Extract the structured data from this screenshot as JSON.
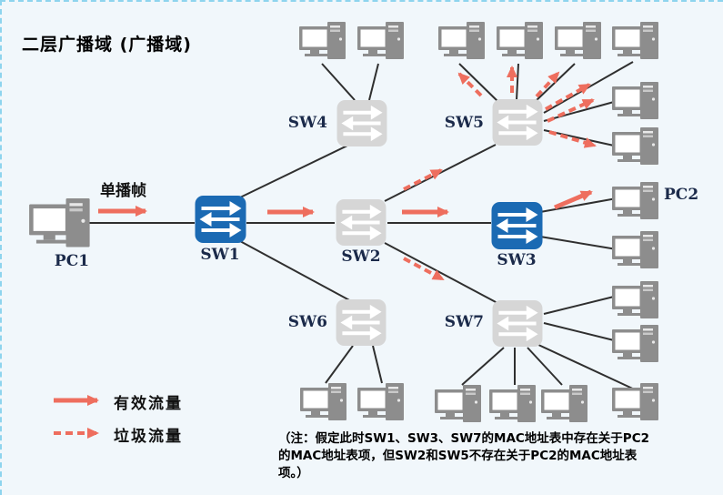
{
  "title": "二层广播域 (广播域)",
  "unicast_frame_label": "单播帧",
  "nodes": {
    "pc1": "PC1",
    "pc2": "PC2",
    "sw1": "SW1",
    "sw2": "SW2",
    "sw3": "SW3",
    "sw4": "SW4",
    "sw5": "SW5",
    "sw6": "SW6",
    "sw7": "SW7"
  },
  "legend": {
    "valid_label": "有效流量",
    "garbage_label": "垃圾流量"
  },
  "note": {
    "lines": [
      "（注：假定此时SW1、SW3、SW7的MAC地址表中存在关于PC2",
      "的MAC地址表项，但SW2和SW5不存在关于PC2的MAC地址表",
      "项。）"
    ]
  },
  "icons": {
    "switch_icon": "rounded square with three white horizontal arrows",
    "pc_icon": "desktop computer with monitor and tower"
  },
  "colors": {
    "switch_active_blue": "#1B6AB3",
    "switch_idle_gray": "#D6D6D6",
    "pc_gray": "#8D8D8D",
    "traffic_red": "#EE6E5E",
    "link_black": "#2F2F2F",
    "frame_border_blue": "#8ED4EE",
    "background": "#F1F7FB",
    "label_navy": "#1B2A4A"
  }
}
